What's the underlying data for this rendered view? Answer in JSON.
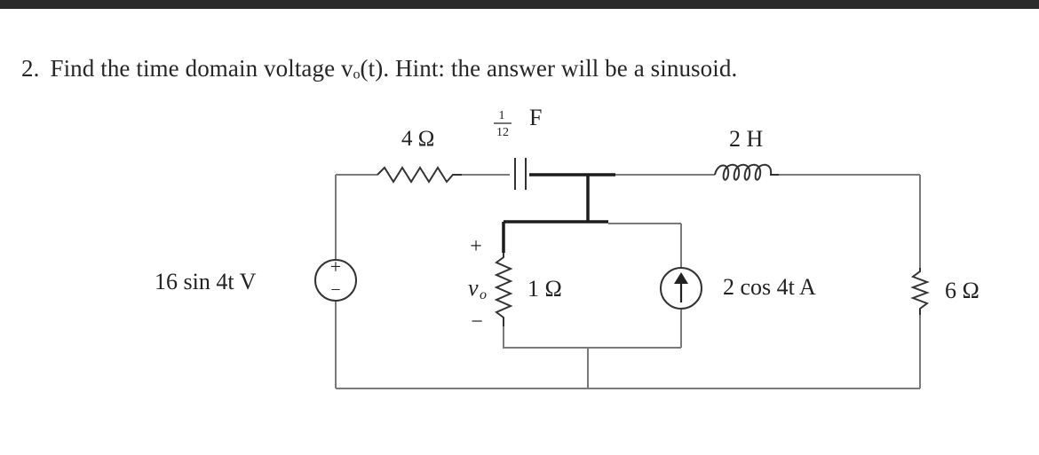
{
  "question": {
    "number": "2.",
    "text": "Find the time domain voltage vₒ(t). Hint: the answer will be a sinusoid."
  },
  "circuit": {
    "resistor_4": "4 Ω",
    "capacitor": {
      "numerator": "1",
      "denominator": "12",
      "unit": "F"
    },
    "inductor": "2 H",
    "voltage_source": "16 sin 4t V",
    "vo_plus": "+",
    "vo_label": "v",
    "vo_sub": "o",
    "vo_minus": "−",
    "resistor_1": "1 Ω",
    "current_source": "2 cos 4t A",
    "resistor_6": "6 Ω",
    "source_plus": "+",
    "source_minus": "−"
  },
  "colors": {
    "background": "#ffffff",
    "top_bar": "#2b2b2b",
    "wire": "#7a7a7a",
    "text": "#222222"
  }
}
